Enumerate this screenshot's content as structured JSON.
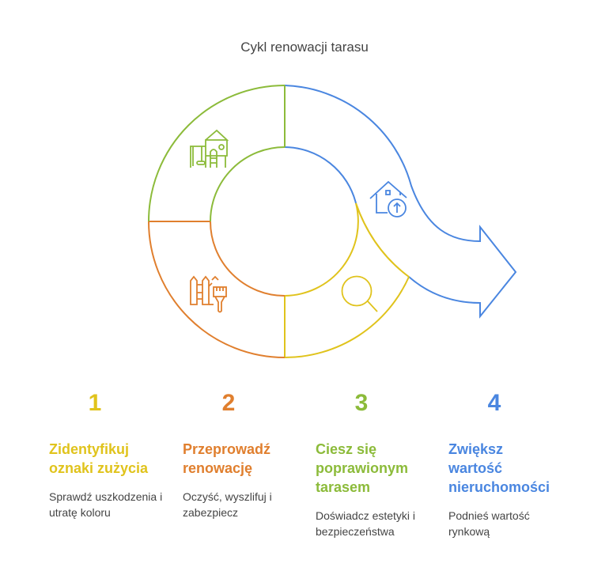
{
  "title": "Cykl renowacji tarasu",
  "colors": {
    "yellow": "#e0c31c",
    "orange": "#e07f2e",
    "green": "#8cbb3a",
    "blue": "#4a86e0"
  },
  "steps": [
    {
      "number": "1",
      "heading": "Zidentyfikuj oznaki zużycia",
      "description": "Sprawdź uszkodzenia i utratę koloru",
      "icon": "magnifier-icon"
    },
    {
      "number": "2",
      "heading": "Przeprowadź renowację",
      "description": "Oczyść, wyszlifuj i zabezpiecz",
      "icon": "fence-brush-icon"
    },
    {
      "number": "3",
      "heading": "Ciesz się poprawionym tarasem",
      "description": "Doświadcz estetyki i bezpieczeństwa",
      "icon": "playground-icon"
    },
    {
      "number": "4",
      "heading": "Zwiększ wartość nieruchomości",
      "description": "Podnieś wartość rynkową",
      "icon": "house-value-icon"
    }
  ]
}
